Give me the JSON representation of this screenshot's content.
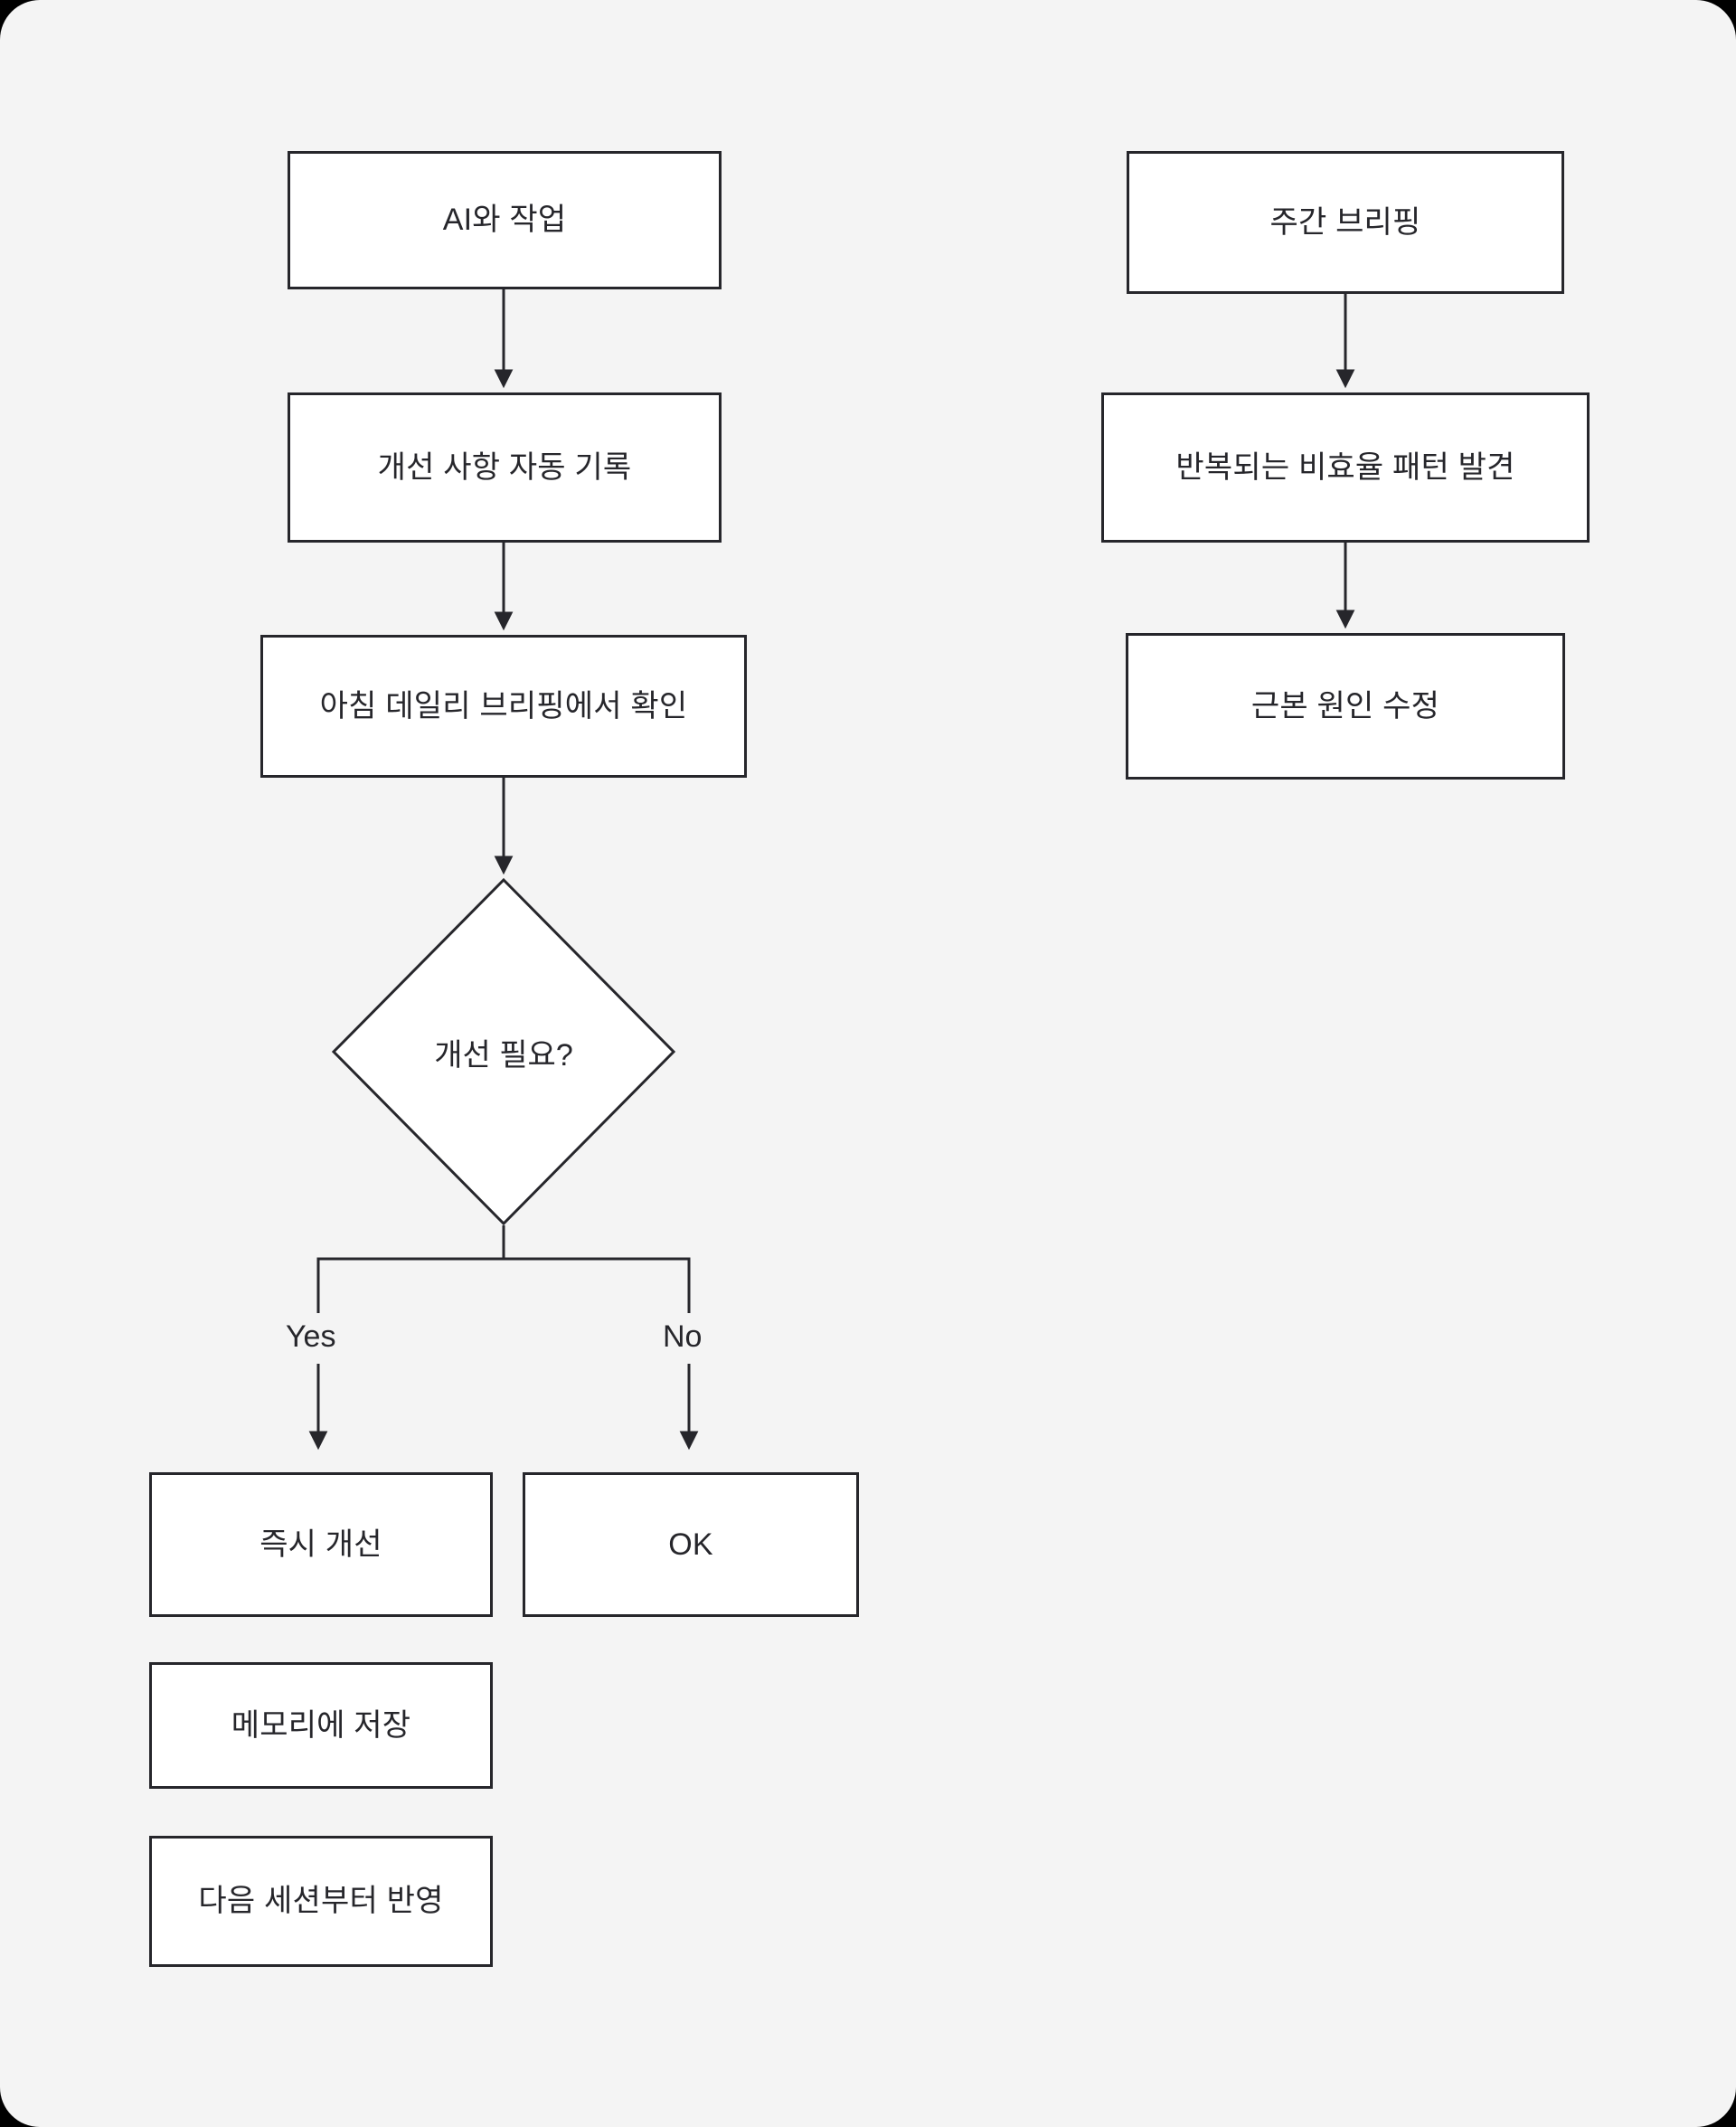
{
  "page": {
    "background_color": "#f4f4f4",
    "node_fill": "#ffffff",
    "stroke_color": "#26262b",
    "text_color": "#26262b"
  },
  "chart_data": {
    "type": "diagram",
    "subtype": "flowchart",
    "title": "",
    "nodes": [
      {
        "id": "n1",
        "label": "AI와 작업",
        "shape": "rect",
        "column": "left"
      },
      {
        "id": "n2",
        "label": "개선 사항 자동 기록",
        "shape": "rect",
        "column": "left"
      },
      {
        "id": "n3",
        "label": "아침 데일리 브리핑에서 확인",
        "shape": "rect",
        "column": "left"
      },
      {
        "id": "n4",
        "label": "개선 필요?",
        "shape": "diamond",
        "column": "left"
      },
      {
        "id": "n5",
        "label": "즉시 개선",
        "shape": "rect",
        "column": "left"
      },
      {
        "id": "n6",
        "label": "OK",
        "shape": "rect",
        "column": "left"
      },
      {
        "id": "n7",
        "label": "메모리에 저장",
        "shape": "rect",
        "column": "left"
      },
      {
        "id": "n8",
        "label": "다음 세션부터 반영",
        "shape": "rect",
        "column": "left"
      },
      {
        "id": "r1",
        "label": "주간 브리핑",
        "shape": "rect",
        "column": "right"
      },
      {
        "id": "r2",
        "label": "반복되는 비효율 패턴 발견",
        "shape": "rect",
        "column": "right"
      },
      {
        "id": "r3",
        "label": "근본 원인 수정",
        "shape": "rect",
        "column": "right"
      }
    ],
    "edges": [
      {
        "from": "n1",
        "to": "n2",
        "label": ""
      },
      {
        "from": "n2",
        "to": "n3",
        "label": ""
      },
      {
        "from": "n3",
        "to": "n4",
        "label": ""
      },
      {
        "from": "n4",
        "to": "n5",
        "label": "Yes"
      },
      {
        "from": "n4",
        "to": "n6",
        "label": "No"
      },
      {
        "from": "r1",
        "to": "r2",
        "label": ""
      },
      {
        "from": "r2",
        "to": "r3",
        "label": ""
      }
    ],
    "edge_labels": [
      "Yes",
      "No"
    ]
  },
  "left_flow": {
    "node1": "AI와 작업",
    "node2": "개선 사항 자동 기록",
    "node3": "아침 데일리 브리핑에서 확인",
    "decision": "개선 필요?",
    "yes_label": "Yes",
    "no_label": "No",
    "yes_branch": "즉시 개선",
    "no_branch": "OK",
    "followup1": "메모리에 저장",
    "followup2": "다음 세션부터 반영"
  },
  "right_flow": {
    "node1": "주간 브리핑",
    "node2": "반복되는 비효율 패턴 발견",
    "node3": "근본 원인 수정"
  }
}
